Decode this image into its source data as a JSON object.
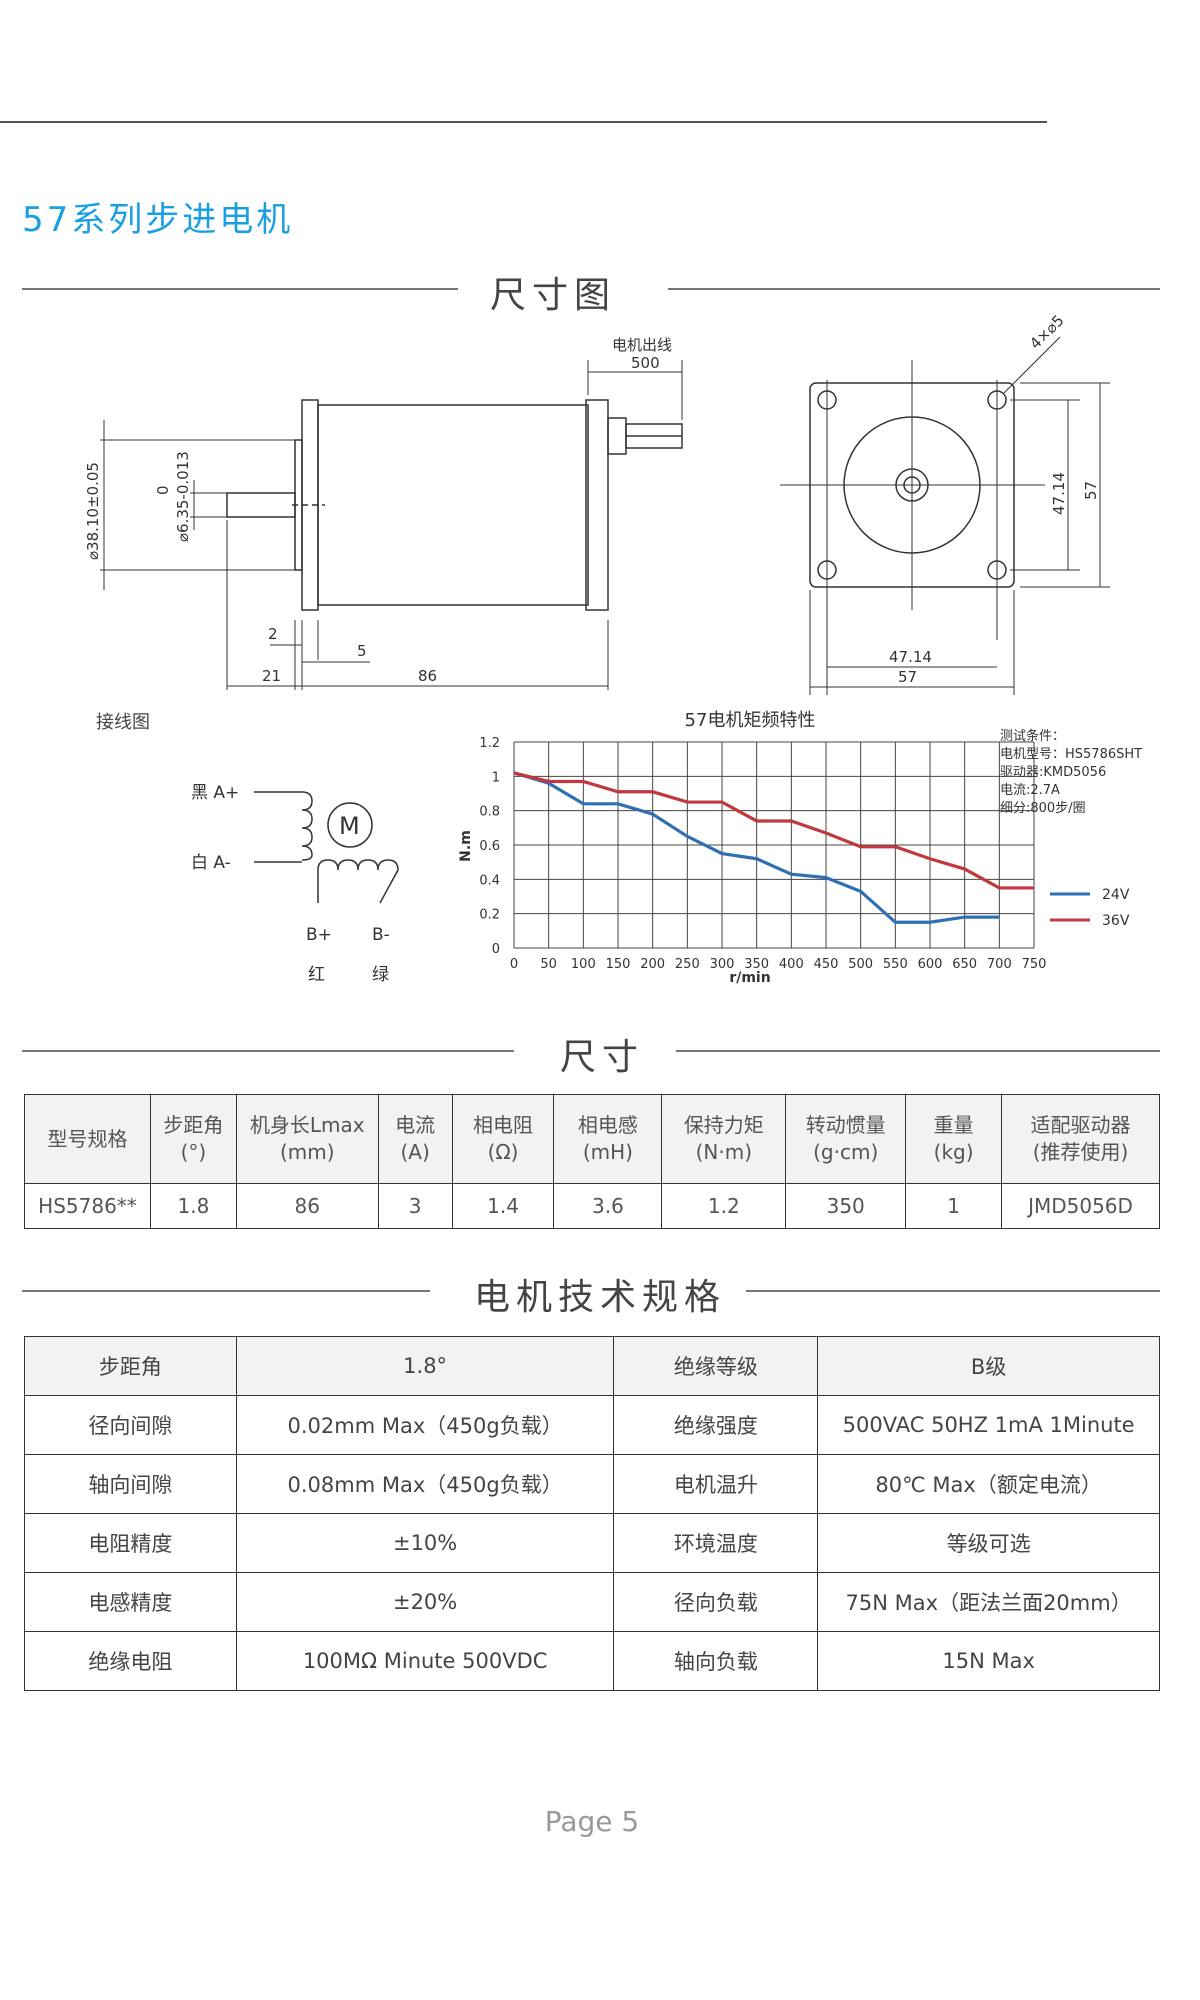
{
  "header": {
    "series_title": "57系列步进电机"
  },
  "sections": {
    "dimension_drawing": "尺寸图",
    "dimensions": "尺寸",
    "tech_specs": "电机技术规格"
  },
  "drawing": {
    "lead_label": "电机出线",
    "lead_length": "500",
    "shaft_dia": "⌀38.10±0.05",
    "shaft_tol_top": "0",
    "shaft_dia2": "⌀6.35-0.013",
    "dim_2": "2",
    "dim_5": "5",
    "dim_21": "21",
    "dim_86": "86",
    "hole_spec": "4×⌀5",
    "dim_4714_v": "47.14",
    "dim_57_v": "57",
    "dim_4714_h": "47.14",
    "dim_57_h": "57"
  },
  "wiring": {
    "title": "接线图",
    "a_plus": "黑  A+",
    "a_minus": "白  A-",
    "motor": "M",
    "b_plus": "B+",
    "b_minus": "B-",
    "red": "红",
    "green": "绿"
  },
  "chart_data": {
    "type": "line",
    "title": "57电机矩频特性",
    "xlabel": "r/min",
    "ylabel": "N.m",
    "xlim": [
      0,
      750
    ],
    "ylim": [
      0,
      1.2
    ],
    "xticks": [
      "0",
      "50",
      "100",
      "150",
      "200",
      "250",
      "300",
      "350",
      "400",
      "450",
      "500",
      "550",
      "600",
      "650",
      "700",
      "750"
    ],
    "yticks": [
      "0",
      "0.2",
      "0.4",
      "0.6",
      "0.8",
      "1",
      "1.2"
    ],
    "grid": true,
    "legend_placement": "right",
    "series": [
      {
        "name": "24V",
        "color": "#2f6fb4",
        "x": [
          0,
          50,
          100,
          150,
          200,
          250,
          300,
          350,
          400,
          450,
          500,
          550,
          600,
          650,
          700
        ],
        "y": [
          1.02,
          0.96,
          0.84,
          0.84,
          0.78,
          0.65,
          0.55,
          0.52,
          0.43,
          0.41,
          0.33,
          0.15,
          0.15,
          0.18,
          0.18
        ]
      },
      {
        "name": "36V",
        "color": "#c0393d",
        "x": [
          0,
          50,
          100,
          150,
          200,
          250,
          300,
          350,
          400,
          450,
          500,
          550,
          600,
          650,
          700,
          750
        ],
        "y": [
          1.02,
          0.97,
          0.97,
          0.91,
          0.91,
          0.85,
          0.85,
          0.74,
          0.74,
          0.67,
          0.59,
          0.59,
          0.52,
          0.46,
          0.35,
          0.35
        ]
      }
    ],
    "notes": [
      "测试条件：",
      "电机型号：HS5786SHT",
      "驱动器:KMD5056",
      "电流:2.7A",
      "细分:800步/圈"
    ]
  },
  "spec_table": {
    "headers": [
      [
        "型号规格"
      ],
      [
        "步距角",
        "(°)"
      ],
      [
        "机身长Lmax",
        "(mm)"
      ],
      [
        "电流",
        "(A)"
      ],
      [
        "相电阻",
        "(Ω)"
      ],
      [
        "相电感",
        "(mH)"
      ],
      [
        "保持力矩",
        "(N·m)"
      ],
      [
        "转动惯量",
        "(g·cm)"
      ],
      [
        "重量",
        "(kg)"
      ],
      [
        "适配驱动器",
        "(推荐使用)"
      ]
    ],
    "row": [
      "HS5786**",
      "1.8",
      "86",
      "3",
      "1.4",
      "3.6",
      "1.2",
      "350",
      "1",
      "JMD5056D"
    ]
  },
  "tech_table": [
    [
      "步距角",
      "1.8°",
      "绝缘等级",
      "B级"
    ],
    [
      "径向间隙",
      "0.02mm Max（450g负载）",
      "绝缘强度",
      "500VAC 50HZ 1mA 1Minute"
    ],
    [
      "轴向间隙",
      "0.08mm Max（450g负载）",
      "电机温升",
      "80℃   Max（额定电流）"
    ],
    [
      "电阻精度",
      "±10%",
      "环境温度",
      "等级可选"
    ],
    [
      "电感精度",
      "±20%",
      "径向负载",
      "75N Max（距法兰面20mm）"
    ],
    [
      "绝缘电阻",
      "100MΩ   Minute 500VDC",
      "轴向负载",
      "15N   Max"
    ]
  ],
  "footer": {
    "page": "Page 5"
  }
}
